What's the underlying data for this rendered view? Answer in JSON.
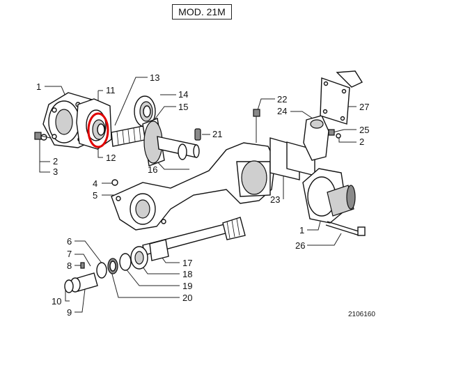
{
  "header": {
    "model": "MOD. 21M"
  },
  "drawing_number": "2106160",
  "highlight": {
    "color": "#e00000",
    "target_part": "11"
  },
  "labels": {
    "l1a": "1",
    "l1b": "1",
    "l2a": "2",
    "l2b": "2",
    "l3": "3",
    "l4": "4",
    "l5": "5",
    "l6": "6",
    "l7": "7",
    "l8": "8",
    "l9": "9",
    "l10": "10",
    "l11": "11",
    "l12": "12",
    "l13": "13",
    "l14": "14",
    "l15": "15",
    "l16": "16",
    "l17": "17",
    "l18": "18",
    "l19": "19",
    "l20": "20",
    "l21": "21",
    "l22": "22",
    "l23": "23",
    "l24": "24",
    "l25": "25",
    "l26": "26",
    "l27": "27"
  }
}
